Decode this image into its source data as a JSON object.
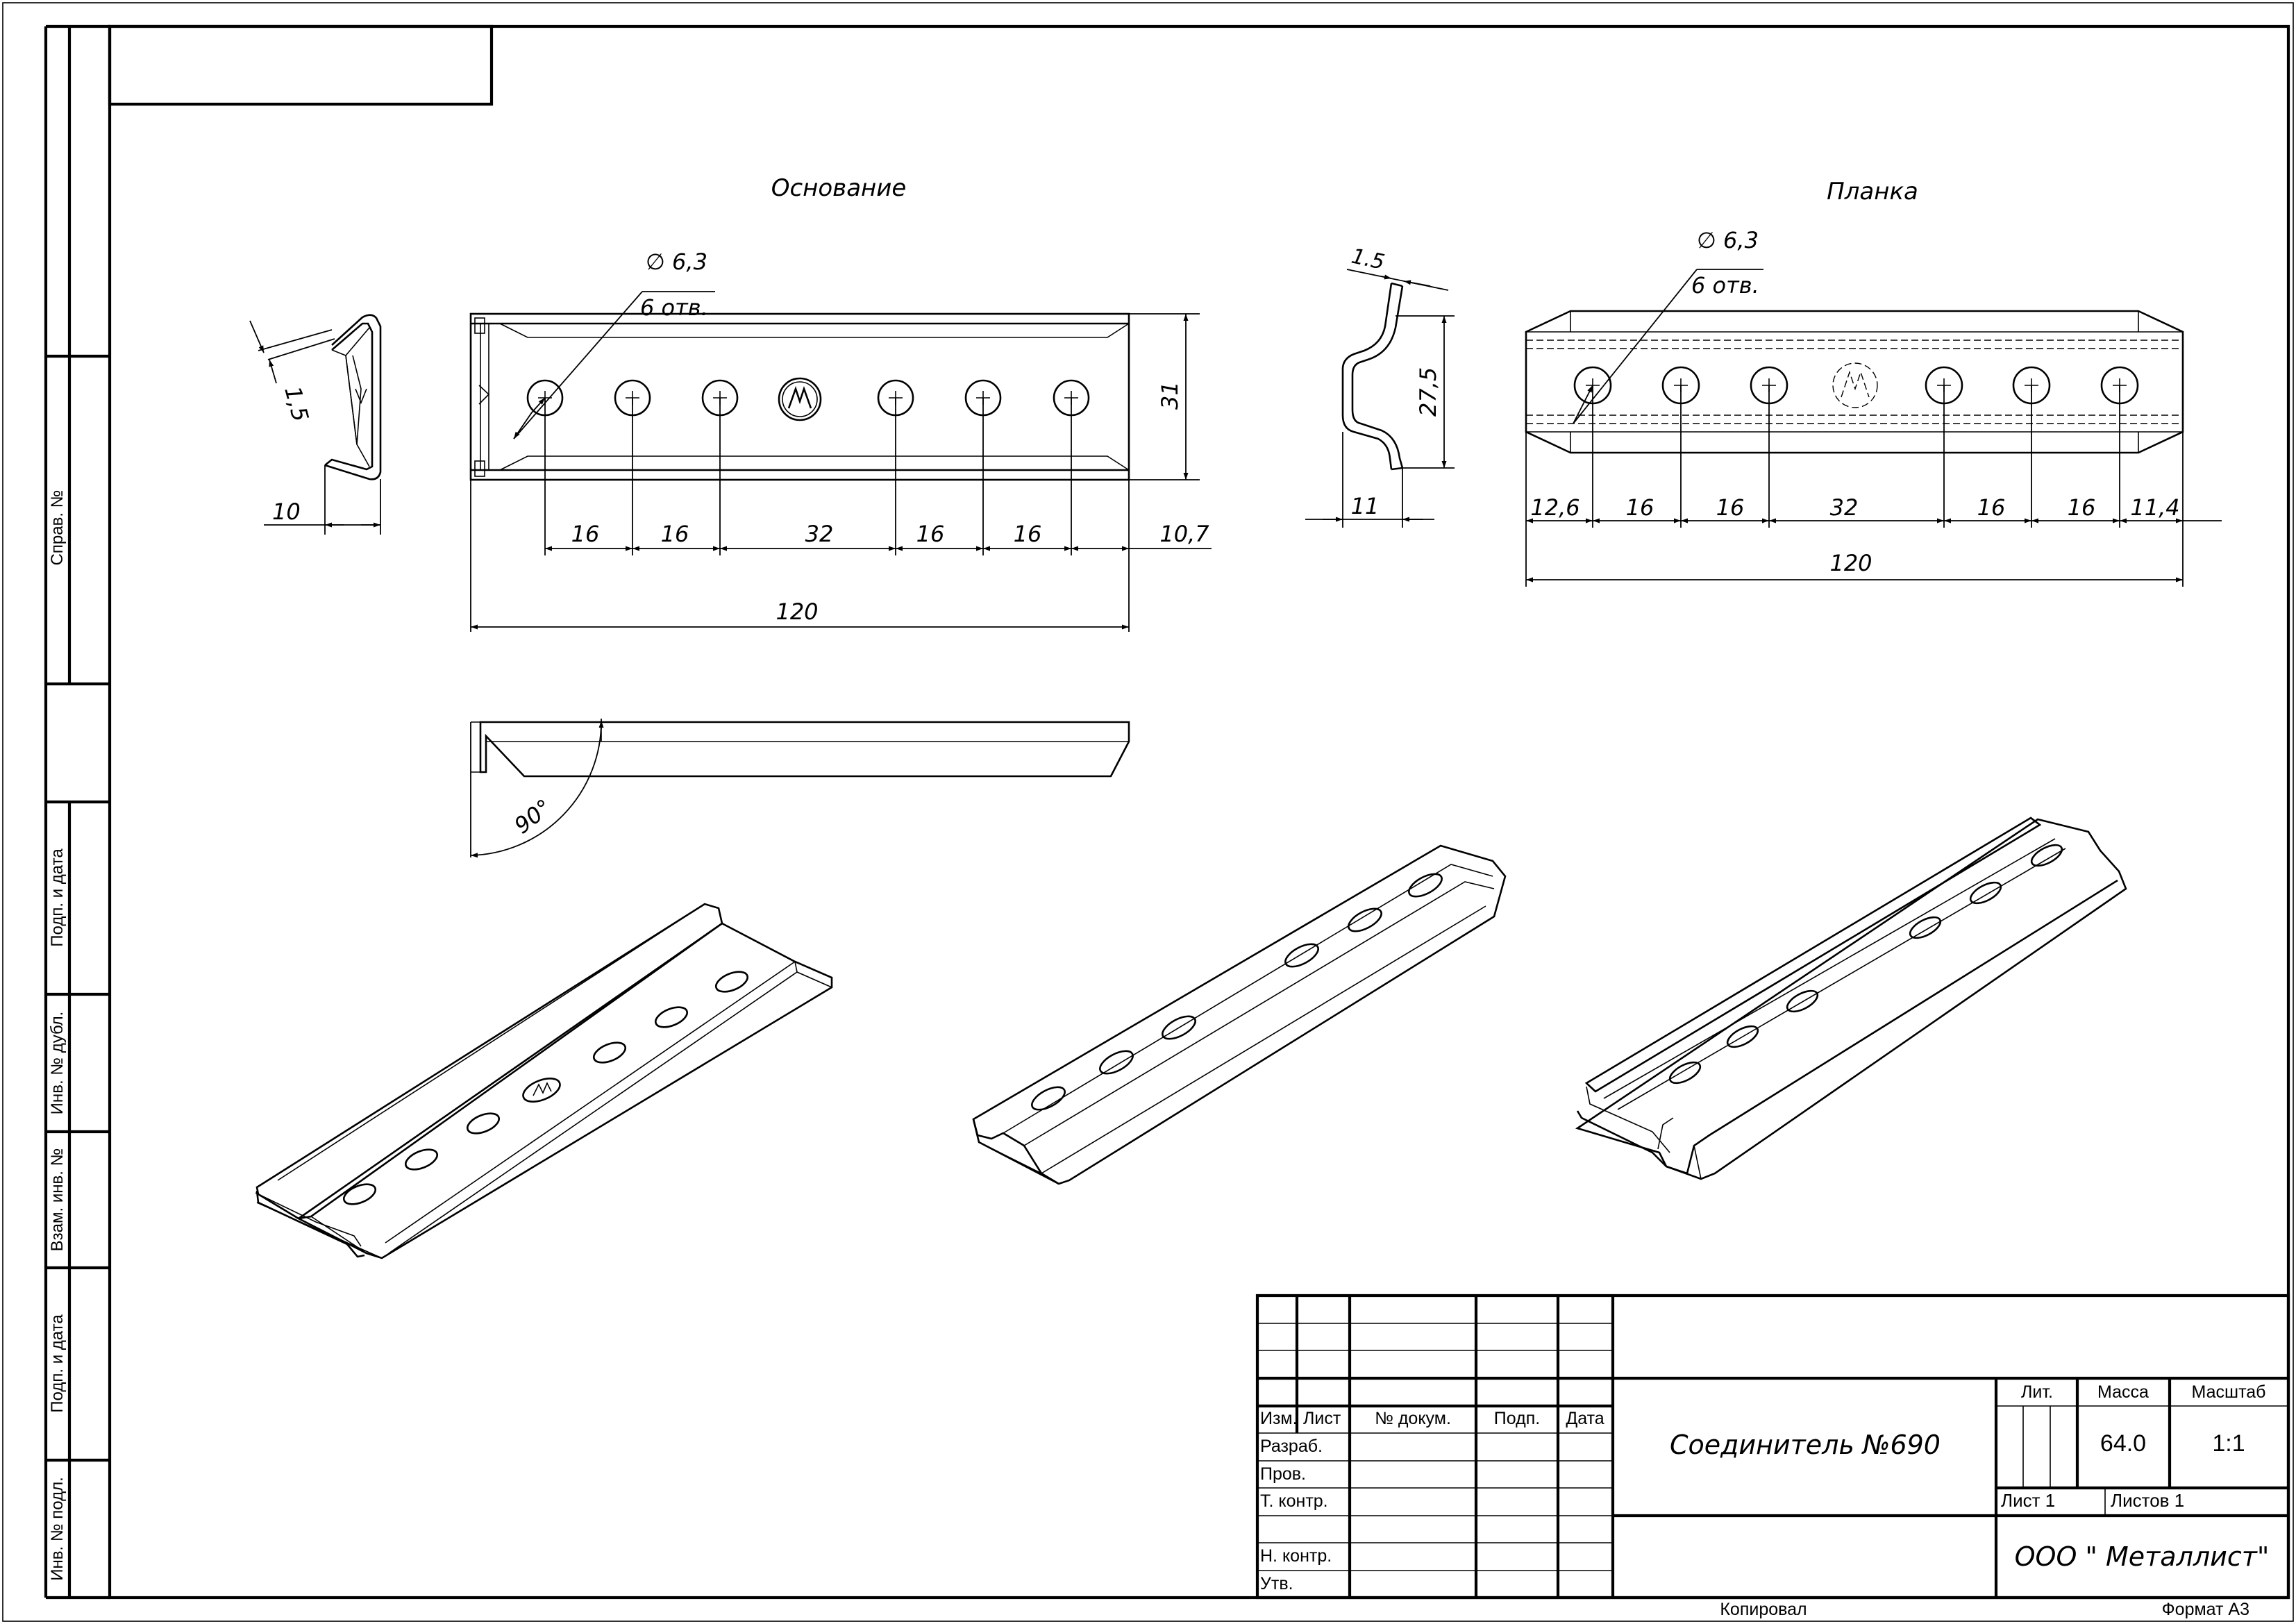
{
  "views": {
    "base_title": "Основание",
    "plate_title": "Планка"
  },
  "base": {
    "hole_dia": "∅ 6,3",
    "hole_count": "6 отв.",
    "thickness": "1,5",
    "flange_width": "10",
    "height": "31",
    "pitches": [
      "16",
      "16",
      "32",
      "16",
      "16",
      "10,7"
    ],
    "length": "120",
    "angle": "90°"
  },
  "plate": {
    "hole_dia": "∅ 6,3",
    "hole_count": "6 отв.",
    "thickness": "1.5",
    "height": "27,5",
    "profile_width": "11",
    "pitches": [
      "12,6",
      "16",
      "16",
      "32",
      "16",
      "16",
      "11,4"
    ],
    "length": "120"
  },
  "side_strip": {
    "sprav": "Справ. №",
    "podp1": "Подп. и дата",
    "inv_dubl": "Инв. № дубл.",
    "vzam": "Взам. инв. №",
    "podp2": "Подп. и дата",
    "inv_podl": "Инв. № подл."
  },
  "title_block": {
    "col_izm": "Изм.",
    "col_list": "Лист",
    "col_doc": "№ докум.",
    "col_podp": "Подп.",
    "col_date": "Дата",
    "razrab": "Разраб.",
    "prov": "Пров.",
    "tkontr": "Т. контр.",
    "nkontr": "Н. контр.",
    "utv": "Утв.",
    "name": "Соединитель №690",
    "lit": "Лит.",
    "massa": "Масса",
    "masshtab": "Масштаб",
    "massa_val": "64.0",
    "scale_val": "1:1",
    "sheet": "Лист 1",
    "sheets": "Листов 1",
    "org": "ООО \" Металлист\""
  },
  "footer": {
    "kopiroval": "Копировал",
    "format": "Формат А3"
  }
}
